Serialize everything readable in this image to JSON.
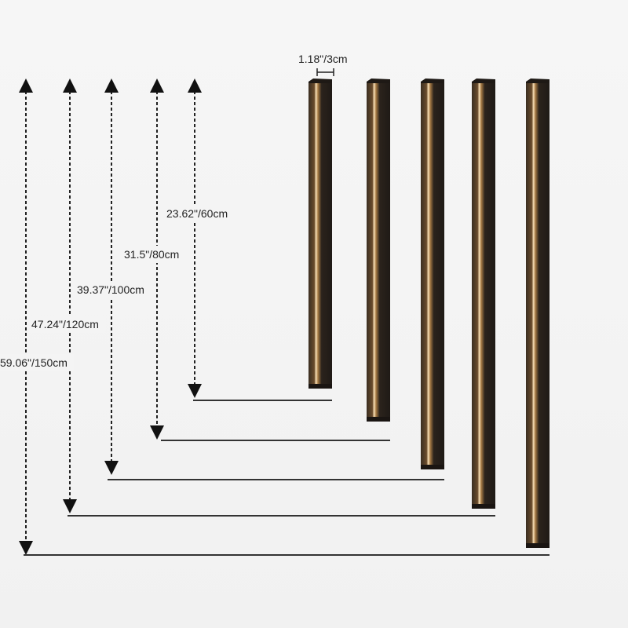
{
  "width_label": "1.18\"/3cm",
  "colors": {
    "bar": "#2e2620",
    "glow": "#f3c98a",
    "line": "#222222"
  },
  "lengths": [
    {
      "label": "23.62\"/60cm"
    },
    {
      "label": "31.5\"/80cm"
    },
    {
      "label": "39.37\"/100cm"
    },
    {
      "label": "47.24\"/120cm"
    },
    {
      "label": "59.06\"/150cm"
    }
  ]
}
